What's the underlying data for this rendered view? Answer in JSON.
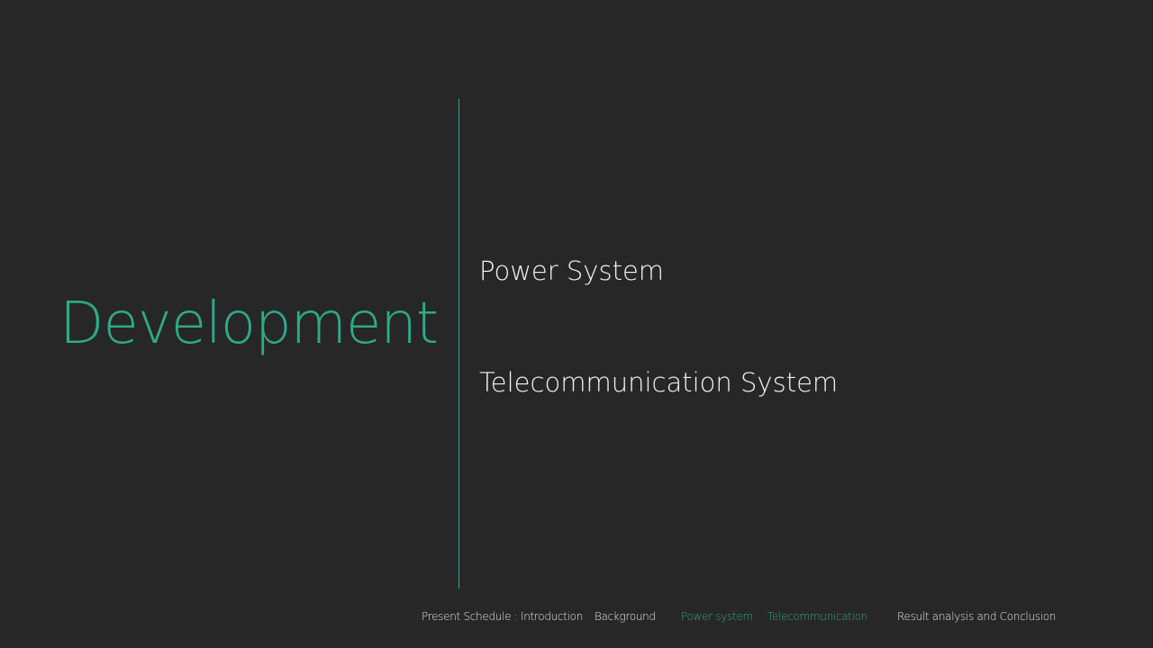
{
  "slide": {
    "title": "Development",
    "topics": [
      "Power System",
      "Telecommunication System"
    ]
  },
  "footer": {
    "schedule_label": "Present Schedule : Introduction",
    "items": [
      {
        "label": "Background",
        "active": false
      },
      {
        "label": "Power system",
        "active": true
      },
      {
        "label": "Telecommunication",
        "active": true
      },
      {
        "label": "Result analysis and Conclusion",
        "active": false
      }
    ]
  },
  "colors": {
    "background": "#272727",
    "accent": "#2eaa87",
    "text": "#f2f2f2"
  }
}
